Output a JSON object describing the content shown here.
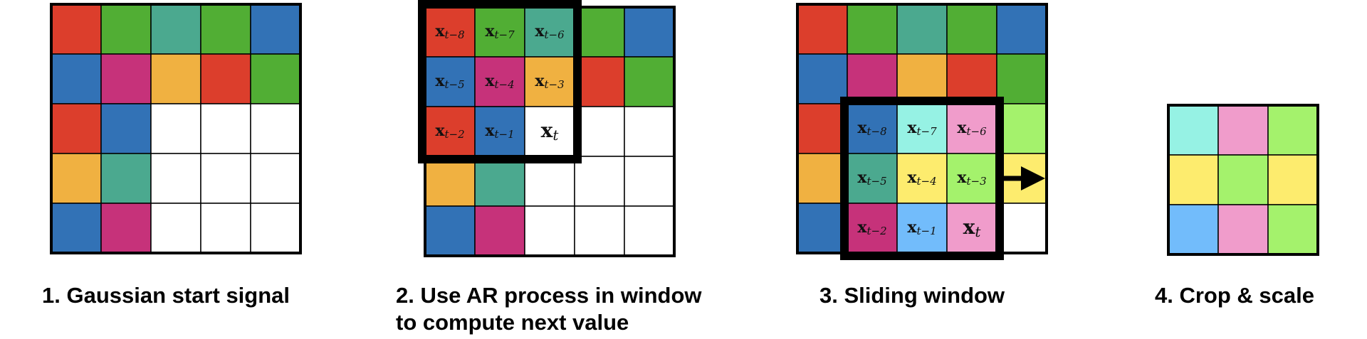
{
  "colors": {
    "R": "#dc3e2c",
    "G": "#51ae34",
    "T": "#4ba98f",
    "B": "#3272b6",
    "M": "#c6327a",
    "O": "#f0b141",
    "W": "#ffffff",
    "C": "#96f2e4",
    "P": "#f09ccb",
    "L": "#a4f26c",
    "Y": "#fdec6e",
    "S": "#72bcfb"
  },
  "panels": [
    {
      "id": "start",
      "caption": [
        "1. Gaussian start signal"
      ],
      "grid": [
        "RGTGB",
        "BMORG",
        "RBWWW",
        "OTWWW",
        "BMWWW"
      ]
    },
    {
      "id": "ar",
      "caption": [
        "2. Use AR process in window",
        "to compute next value"
      ],
      "grid": [
        "RGTGB",
        "BMORG",
        "RBWWW",
        "OTWWW",
        "BMWWW"
      ],
      "window": {
        "row": 0,
        "col": 0,
        "labels": [
          "x_{t-8}",
          "x_{t-7}",
          "x_{t-6}",
          "x_{t-5}",
          "x_{t-4}",
          "x_{t-3}",
          "x_{t-2}",
          "x_{t-1}",
          "x_t"
        ]
      }
    },
    {
      "id": "sliding",
      "caption": [
        "3. Sliding window"
      ],
      "grid": [
        "RGTGB",
        "BMORG",
        "RBCPL",
        "OTYLY",
        "BMSPW"
      ],
      "window": {
        "row": 2,
        "col": 1,
        "labels": [
          "x_{t-8}",
          "x_{t-7}",
          "x_{t-6}",
          "x_{t-5}",
          "x_{t-4}",
          "x_{t-3}",
          "x_{t-2}",
          "x_{t-1}",
          "x_t"
        ],
        "arrow": "right"
      }
    },
    {
      "id": "crop",
      "caption": [
        "4. Crop & scale"
      ],
      "grid": [
        "CPL",
        "YLY",
        "SPL"
      ]
    }
  ]
}
